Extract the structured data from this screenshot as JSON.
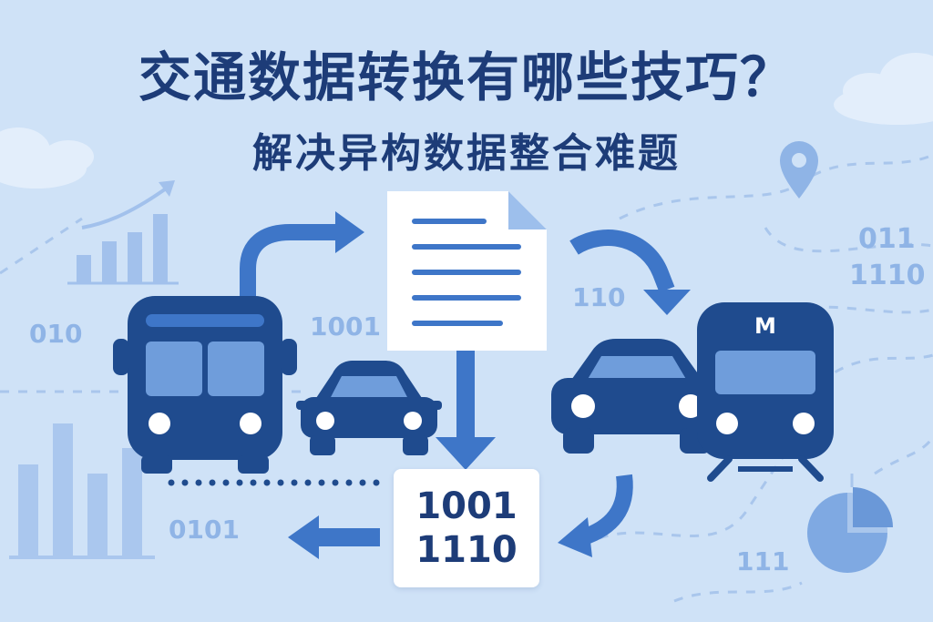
{
  "header": {
    "title": "交通数据转换有哪些技巧？",
    "subtitle": "解决异构数据整合难题"
  },
  "binary_box": {
    "line1": "1001",
    "line2": "1110"
  },
  "background_codes": {
    "code_010": "010",
    "code_1001": "1001",
    "code_110": "110",
    "code_011": "011",
    "code_1110": "1110",
    "code_0101": "0101",
    "code_111": "111"
  },
  "icons": {
    "train_badge": "M"
  },
  "colors": {
    "background": "#cfe2f7",
    "dark_blue": "#1d4a8c",
    "mid_blue": "#3e76c8",
    "light_blue": "#7fa9e2",
    "title_color": "#1d3c78"
  }
}
